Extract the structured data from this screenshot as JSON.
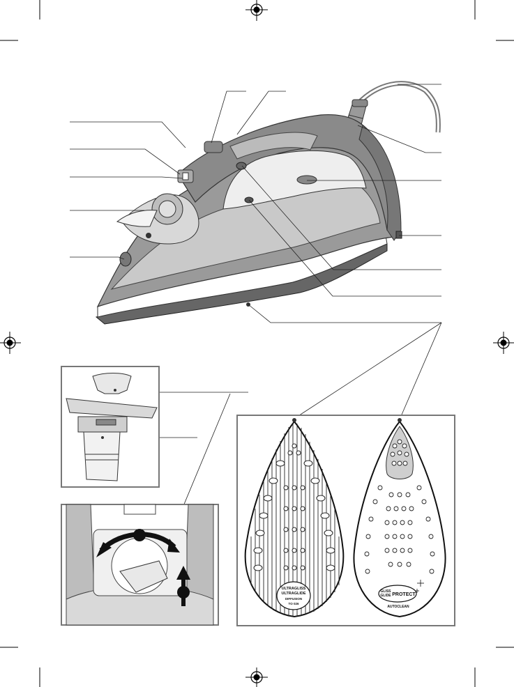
{
  "figure": {
    "type": "iron-parts-diagram",
    "callout_color": "#222222",
    "iron_body_color": "#8f8f8f",
    "iron_light_color": "#c9c9c9",
    "soleplate_dark_color": "#555555"
  },
  "soleplates": {
    "left": {
      "logo_line1": "ULTRAGLISS",
      "logo_line2": "ULTRAGLIDE",
      "logo_line3": "DIFFUSION",
      "logo_line4": "TO 026"
    },
    "right": {
      "logo_line1": "GLISS",
      "logo_line2": "GLIDE",
      "logo_brand": "PROTECT",
      "logo_sub": "AUTOCLEAN"
    }
  }
}
